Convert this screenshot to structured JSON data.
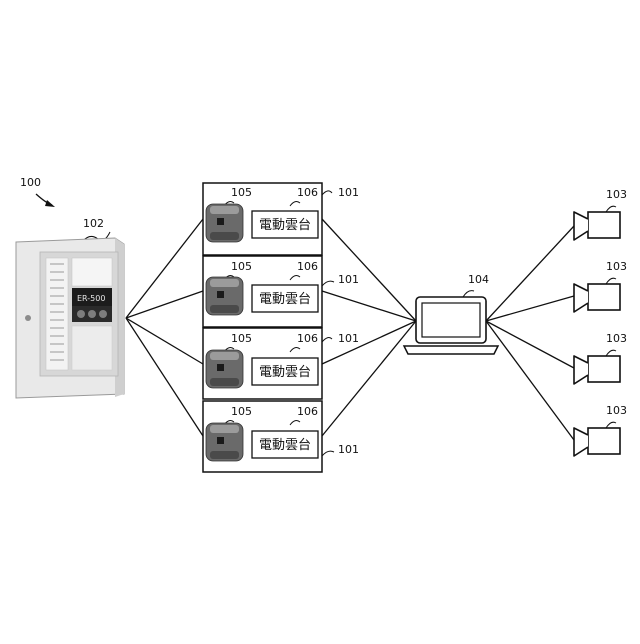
{
  "system": {
    "ref": "100"
  },
  "control_panel": {
    "ref": "102",
    "display_text": "ER-500"
  },
  "units": [
    {
      "ref": "101",
      "sensor_ref": "105",
      "ptz_ref": "106",
      "ptz_label": "電動雲台"
    },
    {
      "ref": "101",
      "sensor_ref": "105",
      "ptz_ref": "106",
      "ptz_label": "電動雲台"
    },
    {
      "ref": "101",
      "sensor_ref": "105",
      "ptz_ref": "106",
      "ptz_label": "電動雲台"
    },
    {
      "ref": "101",
      "sensor_ref": "105",
      "ptz_ref": "106",
      "ptz_label": "電動雲台"
    }
  ],
  "laptop": {
    "ref": "104"
  },
  "cameras": [
    {
      "ref": "103"
    },
    {
      "ref": "103"
    },
    {
      "ref": "103"
    },
    {
      "ref": "103"
    }
  ]
}
